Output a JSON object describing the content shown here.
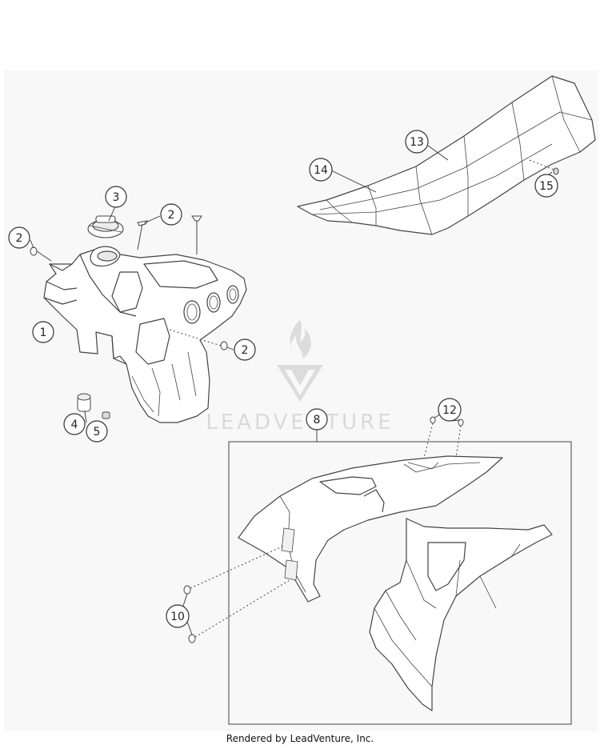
{
  "callouts": {
    "c1": "1",
    "c2a": "2",
    "c2b": "2",
    "c2c": "2",
    "c3": "3",
    "c4": "4",
    "c5": "5",
    "c8": "8",
    "c10": "10",
    "c12": "12",
    "c13": "13",
    "c14": "14",
    "c15": "15"
  },
  "watermark": {
    "text": "LEADVENTURE"
  },
  "footer": {
    "text": "Rendered by LeadVenture, Inc."
  }
}
